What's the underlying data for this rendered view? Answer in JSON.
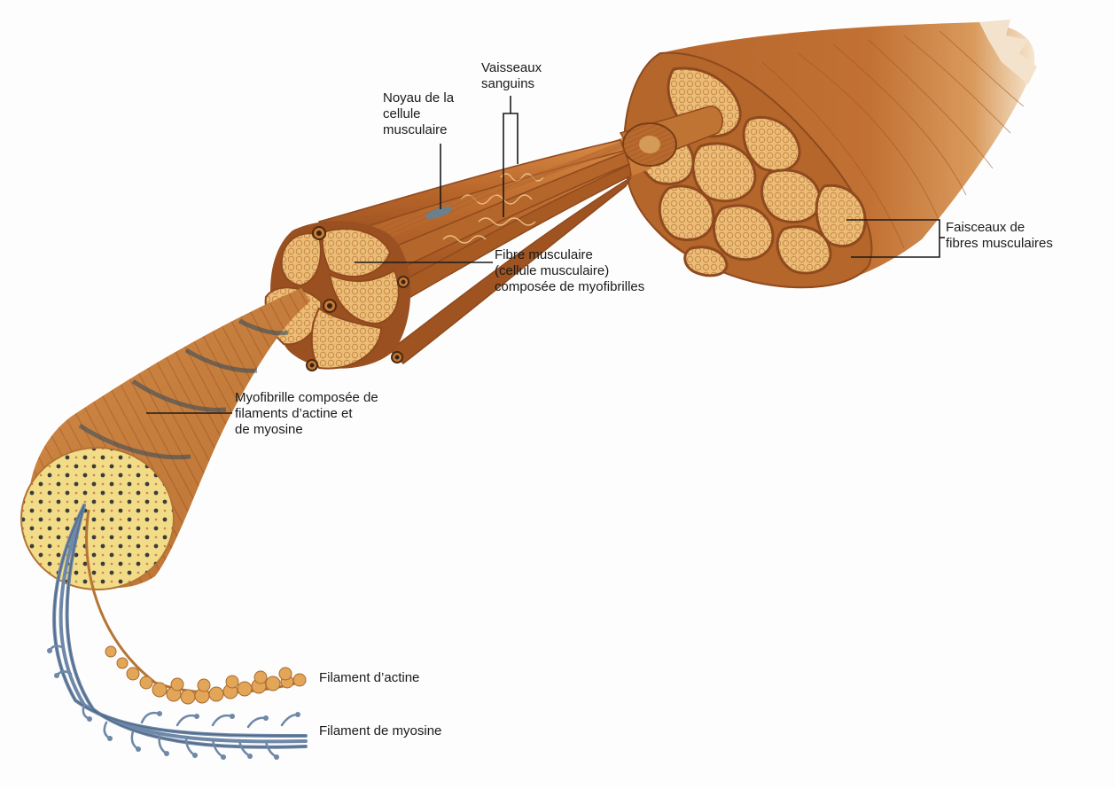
{
  "colors": {
    "muscle_dark": "#a85a23",
    "muscle_mid": "#c8793a",
    "muscle_light": "#e0a15e",
    "fiber_face": "#ebbd79",
    "myofibril_face": "#f2dc87",
    "actin": "#e3a558",
    "myosin": "#6f88a8",
    "leader_line": "#1a1a1a"
  },
  "labels": {
    "vessels": [
      "Vaisseaux",
      "sanguins"
    ],
    "nucleus": [
      "Noyau de la",
      "cellule",
      "musculaire"
    ],
    "fibre": [
      "Fibre musculaire",
      "(cellule musculaire)",
      "composée de myofibrilles"
    ],
    "fascicles": [
      "Faisceaux de",
      "fibres musculaires"
    ],
    "myofibril": [
      "Myofibrille composée de",
      "filaments d’actine et",
      "de myosine"
    ],
    "actin": [
      "Filament d’actine"
    ],
    "myosin": [
      "Filament de myosine"
    ]
  }
}
